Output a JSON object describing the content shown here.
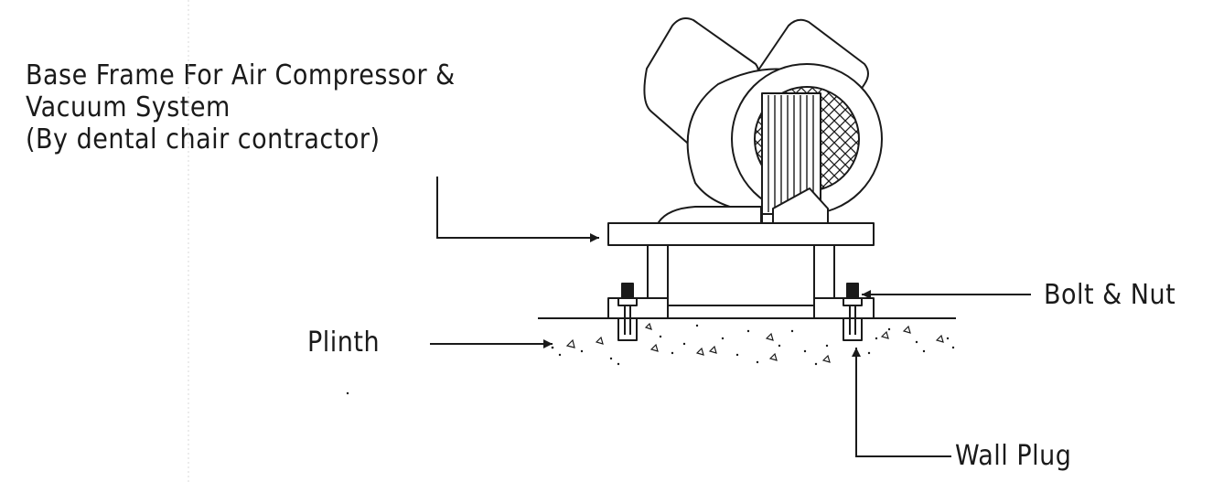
{
  "title": {
    "line1": "Base Frame For Air Compressor &",
    "line2": "Vacuum System",
    "line3": "(By dental chair contractor)"
  },
  "labels": {
    "bolt_nut": "Bolt & Nut",
    "plinth": "Plinth",
    "wall_plug": "Wall Plug"
  },
  "colors": {
    "line": "#1a1a1a",
    "background": "#ffffff"
  }
}
